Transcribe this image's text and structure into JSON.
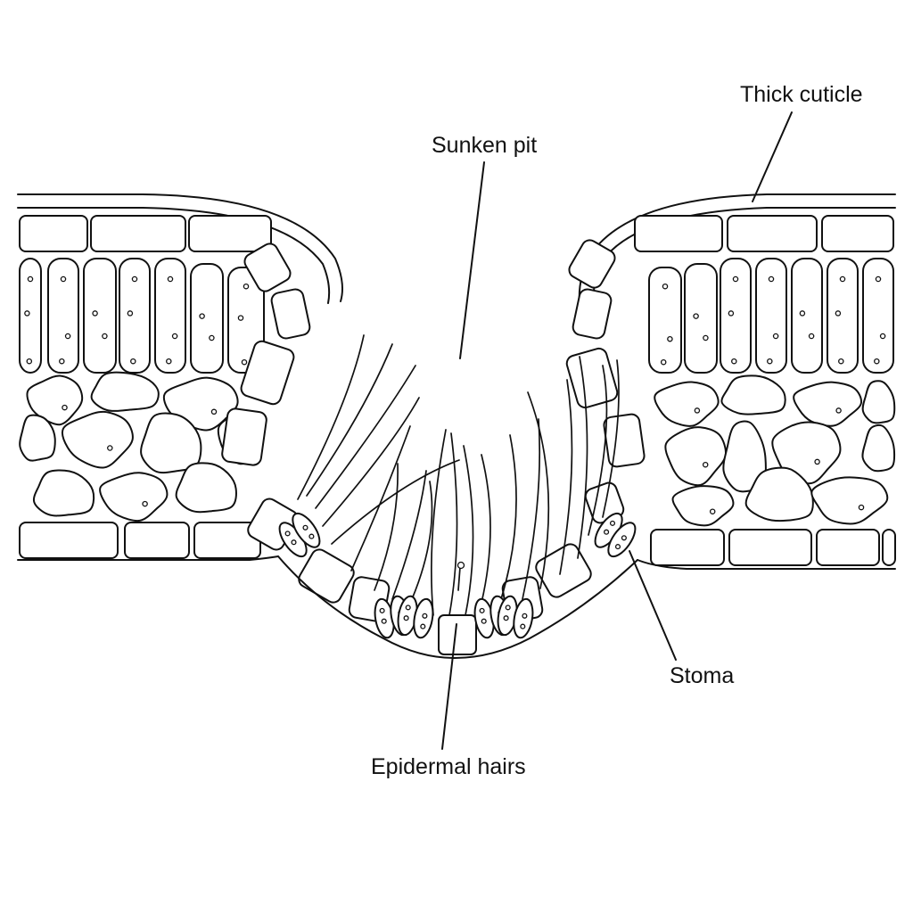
{
  "labels": {
    "thick_cuticle": "Thick cuticle",
    "sunken_pit": "Sunken pit",
    "stoma": "Stoma",
    "epidermal_hairs": "Epidermal hairs"
  },
  "colors": {
    "ink": "#111111",
    "background": "#ffffff"
  }
}
